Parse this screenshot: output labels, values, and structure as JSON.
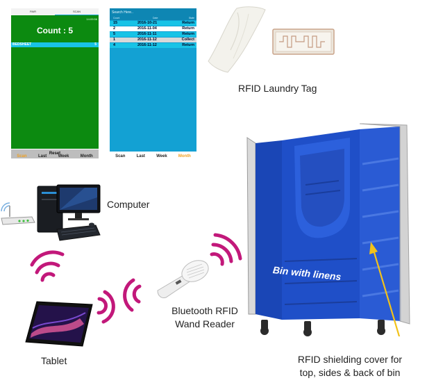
{
  "phone_count": {
    "tabs": [
      "PAIR",
      "SCAN"
    ],
    "time": "14:09:56",
    "count_text": "Count : 5",
    "row_name": "BEDSHEET",
    "row_count": "5",
    "reset_label": "Reset",
    "nav": [
      "Scan",
      "Last",
      "Week",
      "Month"
    ],
    "active_nav": "Scan"
  },
  "phone_list": {
    "search_placeholder": "Search Here..",
    "columns": [
      "Count",
      "Date",
      "State"
    ],
    "rows": [
      {
        "count": "15",
        "date": "2016-10-21",
        "state": "Return"
      },
      {
        "count": "2",
        "date": "2016-11-04",
        "state": "Return"
      },
      {
        "count": "5",
        "date": "2016-11-11",
        "state": "Return"
      },
      {
        "count": "1",
        "date": "2016-11-12",
        "state": "Collect"
      },
      {
        "count": "4",
        "date": "2016-11-12",
        "state": "Return"
      }
    ],
    "nav": [
      "Scan",
      "Last",
      "Week",
      "Month"
    ],
    "active_nav": "Month"
  },
  "labels": {
    "laundry_tag": "RFID Laundry Tag",
    "computer": "Computer",
    "reader_line1": "Bluetooth RFID",
    "reader_line2": "Wand Reader",
    "tablet": "Tablet",
    "bin": "Bin with linens",
    "shield_line1": "RFID shielding cover for",
    "shield_line2": "top, sides & back of bin"
  },
  "colors": {
    "count_screen_bg": "#0c8a10",
    "list_screen_bg": "#13a1d3",
    "row_highlight": "#18c3e6",
    "active_nav": "#f0a020",
    "wireless_waves": "#c2187a",
    "bin_blue": "#1f4fc8",
    "arrow": "#f2c21a"
  },
  "icons": [
    "router-icon",
    "desktop-computer-icon",
    "tablet-icon",
    "wand-reader-icon",
    "laundry-cloth-icon",
    "rfid-tag-icon",
    "laundry-bin-icon",
    "wireless-wave-icon"
  ]
}
